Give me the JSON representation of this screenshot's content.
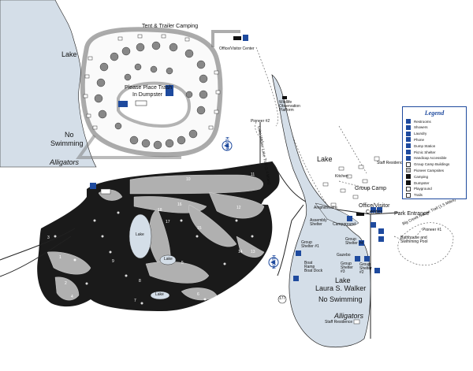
{
  "labels": {
    "tent_trailer_camping": "Tent & Trailer Camping",
    "office_visitor_center_top": "Office/Visitor Center",
    "lake_left": "Lake",
    "please_place_trash": "Please Place Trash",
    "in_dumpster": "In Dumpster",
    "no_swimming_left": "No",
    "no_swimming_left_2": "Swimming",
    "alligators_left": "Alligators",
    "north_top": "NORTH",
    "north_bottom": "NORTH",
    "wildlife_platform": "Wildlife Observation Platform",
    "lake_right": "Lake",
    "group_camp": "Group Camp",
    "office_visitor_center_right": "Office/Visitor",
    "office_visitor_center_right_2": "Center",
    "park_entrance": "Park Entrance",
    "lake_laura": "Lake",
    "lake_laura_2": "Laura S. Walker",
    "no_swimming_right": "No Swimming",
    "alligators_right": "Alligators",
    "campground": "Campground",
    "amphitheatre": "Amphitheatre",
    "assembly_shelter": "Assembly Shelter",
    "kitchen": "Kitchen",
    "staff_residence_top": "Staff Residence",
    "staff_residence_bottom": "Staff Residence",
    "bathhouse": "Bathhouse and Swimming Pool",
    "pioneer_1": "Pioneer #1",
    "pioneer_2": "Pioneer #2",
    "boat_ramp": "Boat Ramp Boat Dock",
    "group_shelter_1": "Group Shelter #1",
    "group_shelter_2": "Group Shelter #2",
    "group_shelter_3": "Group Shelter #3",
    "group_shelter_4": "Group Shelter #4",
    "gazebo": "Gazebo",
    "highway_177": "177",
    "lake_golf": "Lake",
    "lake_golf_2": "Lake",
    "lake_golf_3": "Lake",
    "trail_name": "Big Creek Nature Trail (1.5 Miles)",
    "lake_trail": "Lake Walker Lake Trail (1.4 Miles)"
  },
  "legend": {
    "title": "Legend",
    "items": [
      {
        "label": "Restrooms",
        "icon": "restroom-icon",
        "style": "blue"
      },
      {
        "label": "Showers",
        "icon": "shower-icon",
        "style": "blue"
      },
      {
        "label": "Laundry",
        "icon": "laundry-icon",
        "style": "blue"
      },
      {
        "label": "Phone",
        "icon": "phone-icon",
        "style": "blue"
      },
      {
        "label": "Dump Station",
        "icon": "dump-station-icon",
        "style": "blue"
      },
      {
        "label": "Picnic Shelter",
        "icon": "picnic-shelter-icon",
        "style": "blue"
      },
      {
        "label": "Handicap Accessible",
        "icon": "handicap-icon",
        "style": "blue"
      },
      {
        "label": "Group Camp Buildings",
        "icon": "building-icon",
        "style": "box"
      },
      {
        "label": "Pioneer Campsites",
        "icon": "pioneer-icon",
        "style": "grey"
      },
      {
        "label": "Camping",
        "icon": "camping-icon",
        "style": "black"
      },
      {
        "label": "Dumpster",
        "icon": "dumpster-icon",
        "style": "black"
      },
      {
        "label": "Playground",
        "icon": "playground-icon",
        "style": "box"
      },
      {
        "label": "Trails",
        "icon": "trail-icon",
        "style": "box"
      }
    ]
  },
  "golf_holes": [
    "1",
    "2",
    "3",
    "4",
    "5",
    "6",
    "7",
    "8",
    "9",
    "10",
    "11",
    "12",
    "13",
    "14",
    "15",
    "16",
    "17",
    "18"
  ],
  "colors": {
    "water": "#d4dee8",
    "fairway": "#b0b0b0",
    "forest": "#f4f4f4",
    "road": "#555555",
    "accent": "#1e4a9e"
  }
}
